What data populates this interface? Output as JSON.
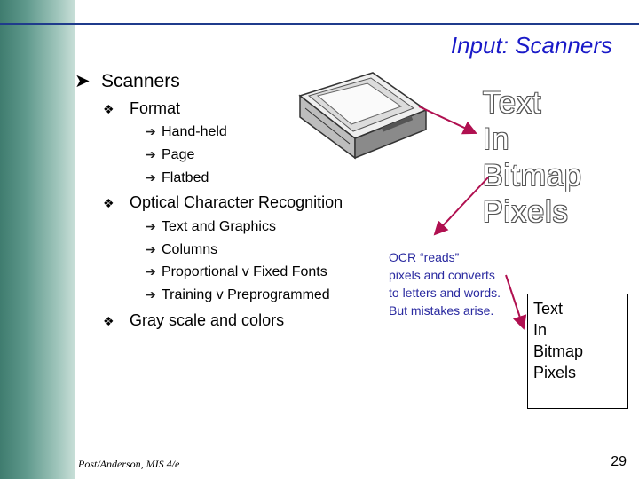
{
  "title": "Input:  Scanners",
  "main_point": "Scanners",
  "format": {
    "label": "Format",
    "items": [
      "Hand-held",
      "Page",
      "Flatbed"
    ]
  },
  "ocr": {
    "label": "Optical Character Recognition",
    "items": [
      "Text and Graphics",
      "Columns",
      "Proportional v Fixed Fonts",
      "Training v Preprogrammed"
    ]
  },
  "gray": "Gray scale and colors",
  "bitmap_lines": [
    "Text",
    "In",
    "Bitmap",
    "Pixels"
  ],
  "ocr_note": [
    "OCR “reads”",
    "pixels and converts",
    "to letters and words.",
    "But mistakes arise."
  ],
  "text_box_lines": [
    "Text",
    "In",
    "Bitmap",
    "Pixels"
  ],
  "footer": "Post/Anderson, MIS 4/e",
  "page_number": "29",
  "colors": {
    "title": "#1a1ac8",
    "note": "#2a2aa0",
    "arrow": "#b01050",
    "bar": "#5f998c"
  }
}
